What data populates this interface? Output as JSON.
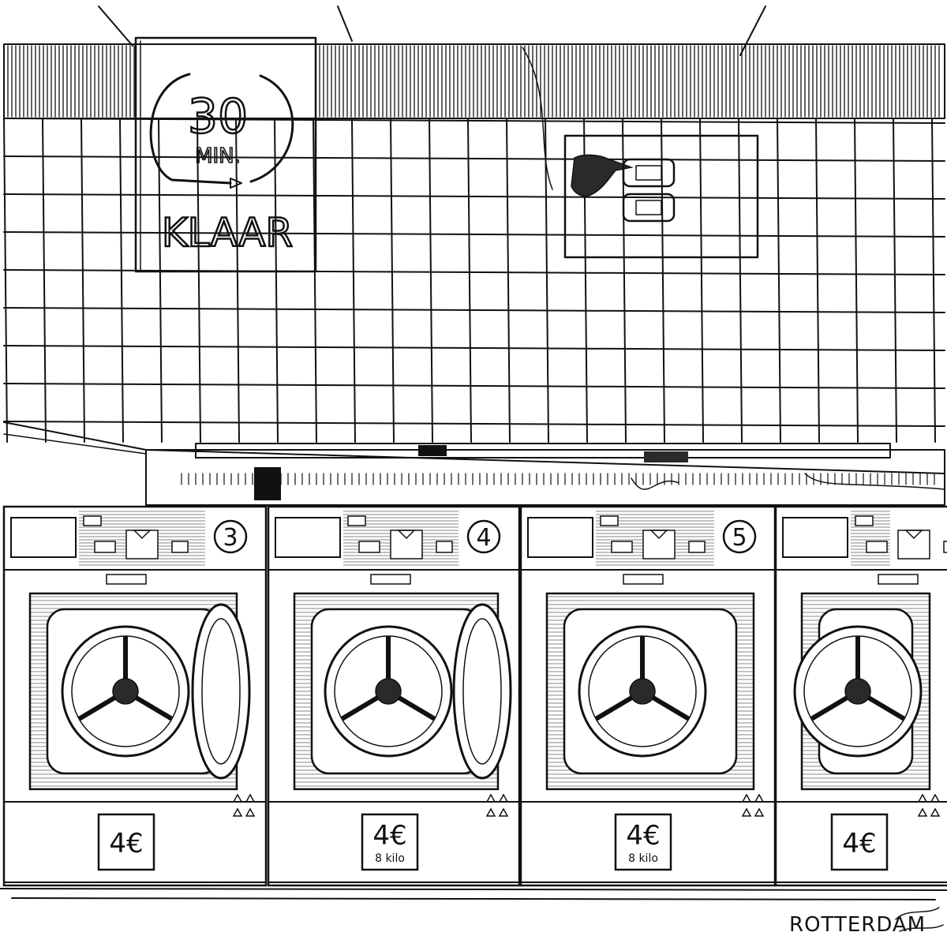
{
  "colors": {
    "ink": "#111111",
    "paper": "#ffffff",
    "shade": "#2a2a2a"
  },
  "sign_timer": {
    "minutes": "30",
    "unit": "MIN.",
    "word": "KLAAR"
  },
  "machines": [
    {
      "number": "3",
      "price": "4€",
      "capacity": ""
    },
    {
      "number": "4",
      "price": "4€",
      "capacity": "8 kilo"
    },
    {
      "number": "5",
      "price": "4€",
      "capacity": "8 kilo"
    },
    {
      "number": "",
      "price": "4€",
      "capacity": ""
    }
  ],
  "signature": {
    "place": "ROTTERDAM"
  },
  "icons": [
    "pointing-hand-icon",
    "dryer-drum-icon",
    "detergent-drops-icon"
  ]
}
